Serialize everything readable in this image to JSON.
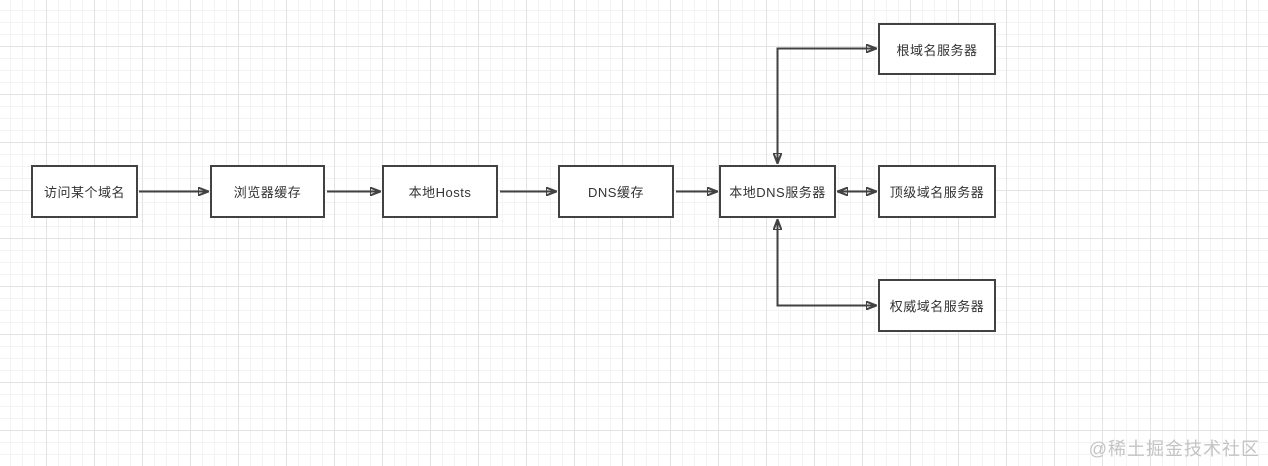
{
  "diagram": {
    "type": "flowchart",
    "topic": "DNS resolution lookup order",
    "nodes": [
      {
        "id": "visit-domain",
        "label": "访问某个域名"
      },
      {
        "id": "browser-cache",
        "label": "浏览器缓存"
      },
      {
        "id": "local-hosts",
        "label": "本地Hosts"
      },
      {
        "id": "dns-cache",
        "label": "DNS缓存"
      },
      {
        "id": "local-dns-server",
        "label": "本地DNS服务器"
      },
      {
        "id": "root-dns-server",
        "label": "根域名服务器"
      },
      {
        "id": "tld-dns-server",
        "label": "顶级域名服务器"
      },
      {
        "id": "authoritative-dns-server",
        "label": "权威域名服务器"
      }
    ],
    "edges": [
      {
        "from": "访问某个域名",
        "to": "浏览器缓存",
        "direction": "one-way"
      },
      {
        "from": "浏览器缓存",
        "to": "本地Hosts",
        "direction": "one-way"
      },
      {
        "from": "本地Hosts",
        "to": "DNS缓存",
        "direction": "one-way"
      },
      {
        "from": "DNS缓存",
        "to": "本地DNS服务器",
        "direction": "one-way"
      },
      {
        "from": "本地DNS服务器",
        "to": "根域名服务器",
        "direction": "two-way"
      },
      {
        "from": "本地DNS服务器",
        "to": "顶级域名服务器",
        "direction": "two-way"
      },
      {
        "from": "本地DNS服务器",
        "to": "权威域名服务器",
        "direction": "two-way"
      }
    ]
  },
  "watermark": {
    "text": "@稀土掘金技术社区"
  },
  "colors": {
    "background": "#ffffff",
    "grid_minor": "#f3f3f3",
    "grid_major": "#e3e3e3",
    "node_fill": "#ffffff",
    "node_border": "#424242",
    "edge": "#424242",
    "text": "#333333",
    "watermark": "#c4c4c4"
  }
}
